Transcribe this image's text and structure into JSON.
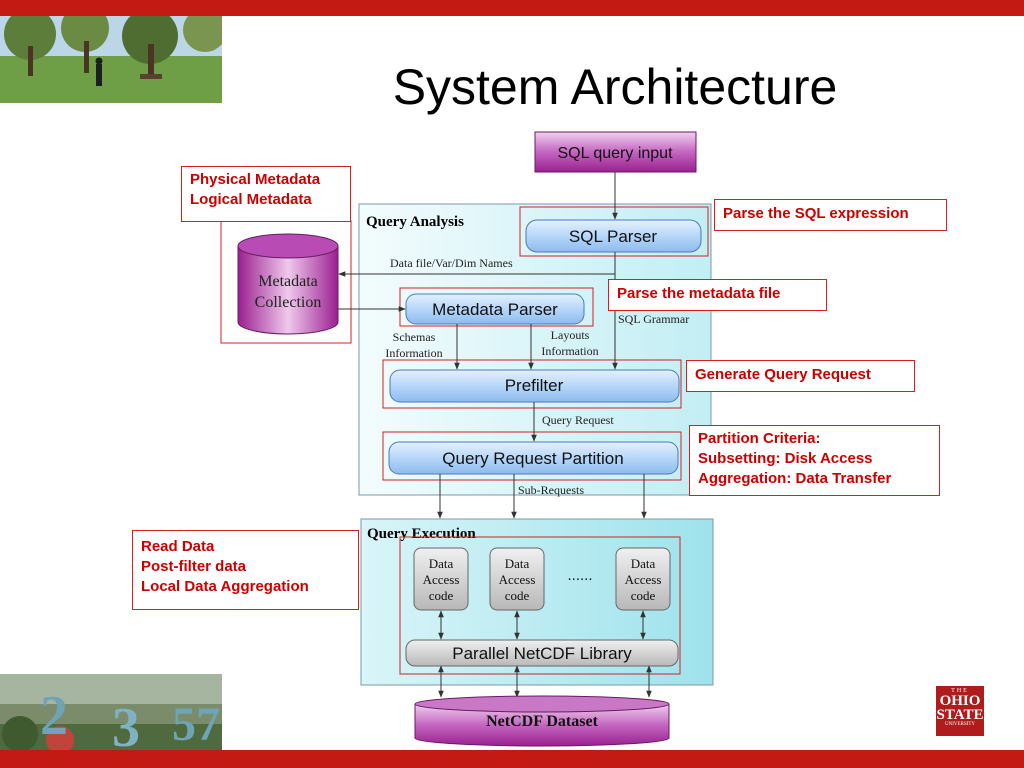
{
  "title": "System Architecture",
  "diagram": {
    "sql_input": "SQL query input",
    "query_analysis_label": "Query Analysis",
    "sql_parser": "SQL Parser",
    "names_label": "Data file/Var/Dim Names",
    "metadata_collection_line1": "Metadata",
    "metadata_collection_line2": "Collection",
    "metadata_parser": "Metadata Parser",
    "sql_grammar": "SQL Grammar",
    "schemas_line1": "Schemas",
    "schemas_line2": "Information",
    "layouts_line1": "Layouts",
    "layouts_line2": "Information",
    "prefilter": "Prefilter",
    "query_request_label": "Query Request",
    "query_request_partition": "Query Request Partition",
    "sub_requests": "Sub-Requests",
    "query_execution_label": "Query Execution",
    "data_access_line1": "Data",
    "data_access_line2": "Access",
    "data_access_line3": "code",
    "ellipsis": "......",
    "parallel_netcdf": "Parallel NetCDF Library",
    "netcdf_dataset": "NetCDF Dataset"
  },
  "notes": {
    "metadata": [
      "Physical Metadata",
      "Logical Metadata"
    ],
    "parse_sql": "Parse the SQL expression",
    "parse_metadata": "Parse the metadata file",
    "generate_request": "Generate Query Request",
    "partition": [
      "Partition Criteria:",
      "Subsetting: Disk Access",
      "Aggregation: Data Transfer"
    ],
    "read_data": [
      "Read Data",
      "Post-filter data",
      "Local Data Aggregation"
    ]
  },
  "logo": {
    "line1": "THE",
    "line2": "OHIO",
    "line3": "STATE",
    "line4": "UNIVERSITY"
  },
  "colors": {
    "bar_red": "#c41a14",
    "note_red": "#cc0000",
    "process_blue": "#a8cdf7",
    "purple": "#9a2090",
    "panel_cyan": "#d8f5f8",
    "gray_box": "#c8c8c8"
  }
}
